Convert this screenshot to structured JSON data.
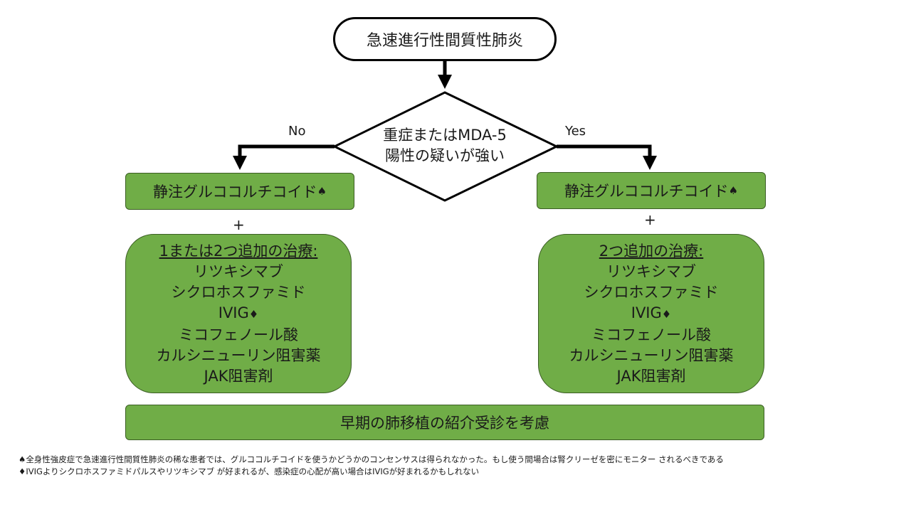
{
  "start": {
    "label": "急速進行性間質性肺炎"
  },
  "decision": {
    "line1": "重症またはMDA-5",
    "line2": "陽性の疑いが強い"
  },
  "edges": {
    "no": "No",
    "yes": "Yes"
  },
  "left": {
    "steroid": "静注グルココルチコイド",
    "steroid_mark": "♠",
    "plus": "+",
    "heading": "1または2つ追加の治療:",
    "items": [
      "リツキシマブ",
      "シクロホスファミド",
      "IVIG",
      "ミコフェノール酸",
      "カルシニューリン阻害薬",
      "JAK阻害剤"
    ],
    "ivig_mark": "♦"
  },
  "right": {
    "steroid": "静注グルココルチコイド",
    "steroid_mark": "♠",
    "plus": "+",
    "heading": "2つ追加の治療:",
    "items": [
      "リツキシマブ",
      "シクロホスファミド",
      "IVIG",
      "ミコフェノール酸",
      "カルシニューリン阻害薬",
      "JAK阻害剤"
    ],
    "ivig_mark": "♦"
  },
  "bottom": {
    "label": "早期の肺移植の紹介受診を考慮"
  },
  "footnotes": {
    "spade_mark": "♠",
    "spade_text": "全身性強皮症で急速進行性間質性肺炎の稀な患者では、グルココルチコイドを使うかどうかのコンセンサスは得られなかった。もし使う間場合は腎クリーゼを密にモニター されるべきである",
    "diamond_mark": "♦",
    "diamond_text": "IVIGよりシクロホスファミドパルスやリツキシマブ が好まれるが、感染症の心配が高い場合はIVIGが好まれるかもしれない"
  },
  "colors": {
    "box_fill": "#70ad47",
    "stroke": "#000000"
  }
}
